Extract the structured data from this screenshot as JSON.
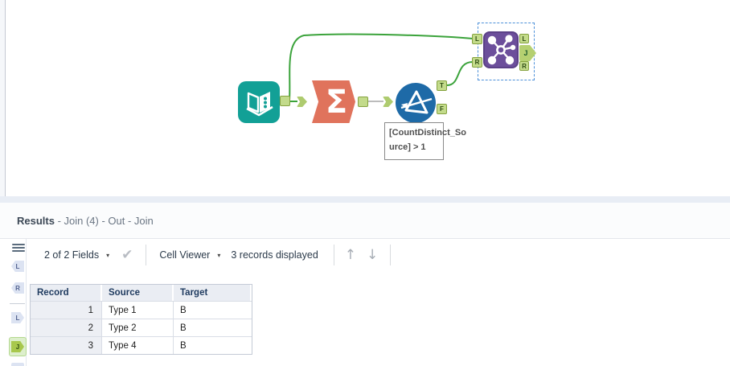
{
  "canvas": {
    "annotation": {
      "line1": "[CountDistinct_So",
      "line2": "urce] > 1"
    },
    "summarize_glyph": "Σ",
    "anchors": {
      "join_left_l": "L",
      "join_left_r": "R",
      "join_out_l": "L",
      "join_out_j": "J",
      "join_out_r": "R",
      "filter_t": "T",
      "filter_f": "F"
    },
    "colors": {
      "input_tool": "#12A096",
      "summarize_tool": "#E0735C",
      "filter_tool": "#1E6AA7",
      "join_tool": "#6C4F9B",
      "anchor_green": "#C3DB8B",
      "wire_green": "#3BA33B",
      "wire_gray": "#B3B3B3",
      "selection_blue": "#4D90D9"
    }
  },
  "results": {
    "header": {
      "title": "Results",
      "subtitle": " - Join (4) - Out - Join"
    },
    "toolbar": {
      "fields_dropdown": "2 of 2 Fields",
      "caret": "▾",
      "check": "✔",
      "cell_viewer_dropdown": "Cell Viewer",
      "records_displayed": "3 records displayed",
      "up_arrow": "↑",
      "down_arrow": "↓"
    },
    "sidebar": {
      "items": [
        {
          "label": "L",
          "kind": "input"
        },
        {
          "label": "R",
          "kind": "input"
        },
        {
          "label": "L",
          "kind": "output"
        },
        {
          "label": "J",
          "kind": "output-selected"
        }
      ]
    },
    "table": {
      "columns": [
        "Record",
        "Source",
        "Target"
      ],
      "rows": [
        [
          "1",
          "Type 1",
          "B"
        ],
        [
          "2",
          "Type 2",
          "B"
        ],
        [
          "3",
          "Type 4",
          "B"
        ]
      ]
    }
  }
}
